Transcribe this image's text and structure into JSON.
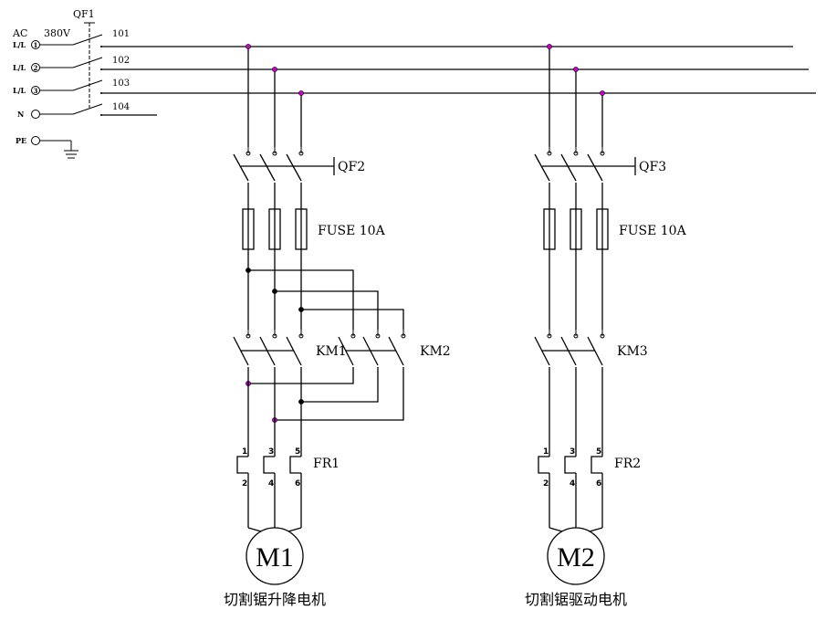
{
  "supply": {
    "label_ac": "AC",
    "label_voltage": "380V",
    "main_breaker": "QF1",
    "terminals": [
      {
        "id": "L1",
        "label": "L/L",
        "number": "1"
      },
      {
        "id": "L2",
        "label": "L/L",
        "number": "2"
      },
      {
        "id": "L3",
        "label": "L/L",
        "number": "3"
      },
      {
        "id": "N",
        "label": "N",
        "number": ""
      },
      {
        "id": "PE",
        "label": "PE",
        "number": ""
      }
    ],
    "bus_wires": [
      "101",
      "102",
      "103",
      "104"
    ]
  },
  "junction_color": "#cc00cc",
  "circuits": [
    {
      "id": "circuit-1",
      "breaker": "QF2",
      "fuse_label": "FUSE 10A",
      "contactors": [
        "KM1",
        "KM2"
      ],
      "thermal_relay": "FR1",
      "relay_terminals_top": [
        "1",
        "3",
        "5"
      ],
      "relay_terminals_bottom": [
        "2",
        "4",
        "6"
      ],
      "motor": "M1",
      "motor_description": "切割锯升降电机"
    },
    {
      "id": "circuit-2",
      "breaker": "QF3",
      "fuse_label": "FUSE 10A",
      "contactors": [
        "KM3"
      ],
      "thermal_relay": "FR2",
      "relay_terminals_top": [
        "1",
        "3",
        "5"
      ],
      "relay_terminals_bottom": [
        "2",
        "4",
        "6"
      ],
      "motor": "M2",
      "motor_description": "切割锯驱动电机"
    }
  ]
}
